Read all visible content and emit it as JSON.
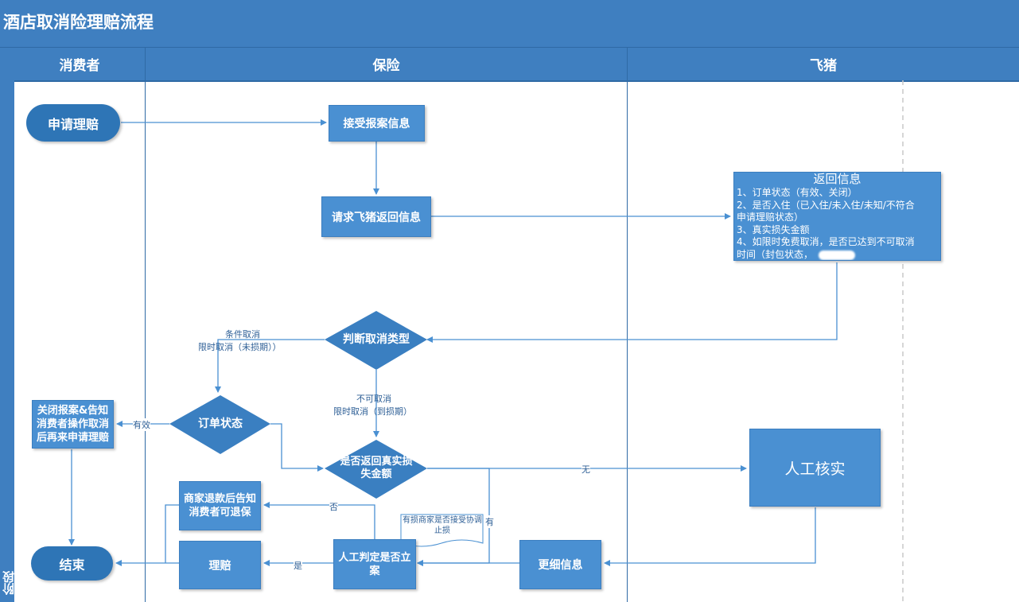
{
  "title": "酒店取消险理赔流程",
  "phase_label": "阶段",
  "lanes": [
    "消费者",
    "保险",
    "飞猪"
  ],
  "nodes": {
    "apply_claim": "申请理赔",
    "receive_report": "接受报案信息",
    "request_return": "请求飞猪返回信息",
    "return_info": {
      "title": "返回信息",
      "lines": [
        "1、订单状态（有效、关闭）",
        "2、是否入住（已入住/未入住/未知/不符合",
        "申请理赔状态）",
        "3、真实损失金额",
        "4、如限时免费取消，是否已达到不可取消",
        "时间（封包状态，"
      ]
    },
    "judge_cancel_type": "判断取消类型",
    "order_status": "订单状态",
    "close_report": "关闭报案&告知消费者操作取消后再来申请理赔",
    "return_real_loss": "是否返回真实损失金额",
    "manual_verify": "人工核实",
    "merchant_refund": "商家退款后告知消费者可退保",
    "claim": "理赔",
    "manual_decide": "人工判定是否立案",
    "details": "更细信息",
    "end": "结束",
    "note": "有损商家是否接受协调止损"
  },
  "edge_labels": {
    "conditional_cancel": "条件取消",
    "limited_unexpired": "限时取消（未损期））",
    "non_cancel": "不可取消",
    "limited_expired": "限时取消（到损期）",
    "valid": "有效",
    "none": "无",
    "no": "否",
    "yes": "是",
    "has": "有"
  },
  "colors": {
    "header": "#3f7fc0",
    "node": "#4a90d2",
    "terminal": "#2e75b6",
    "decision": "#3a7fc1",
    "edge": "#4a90d2"
  }
}
